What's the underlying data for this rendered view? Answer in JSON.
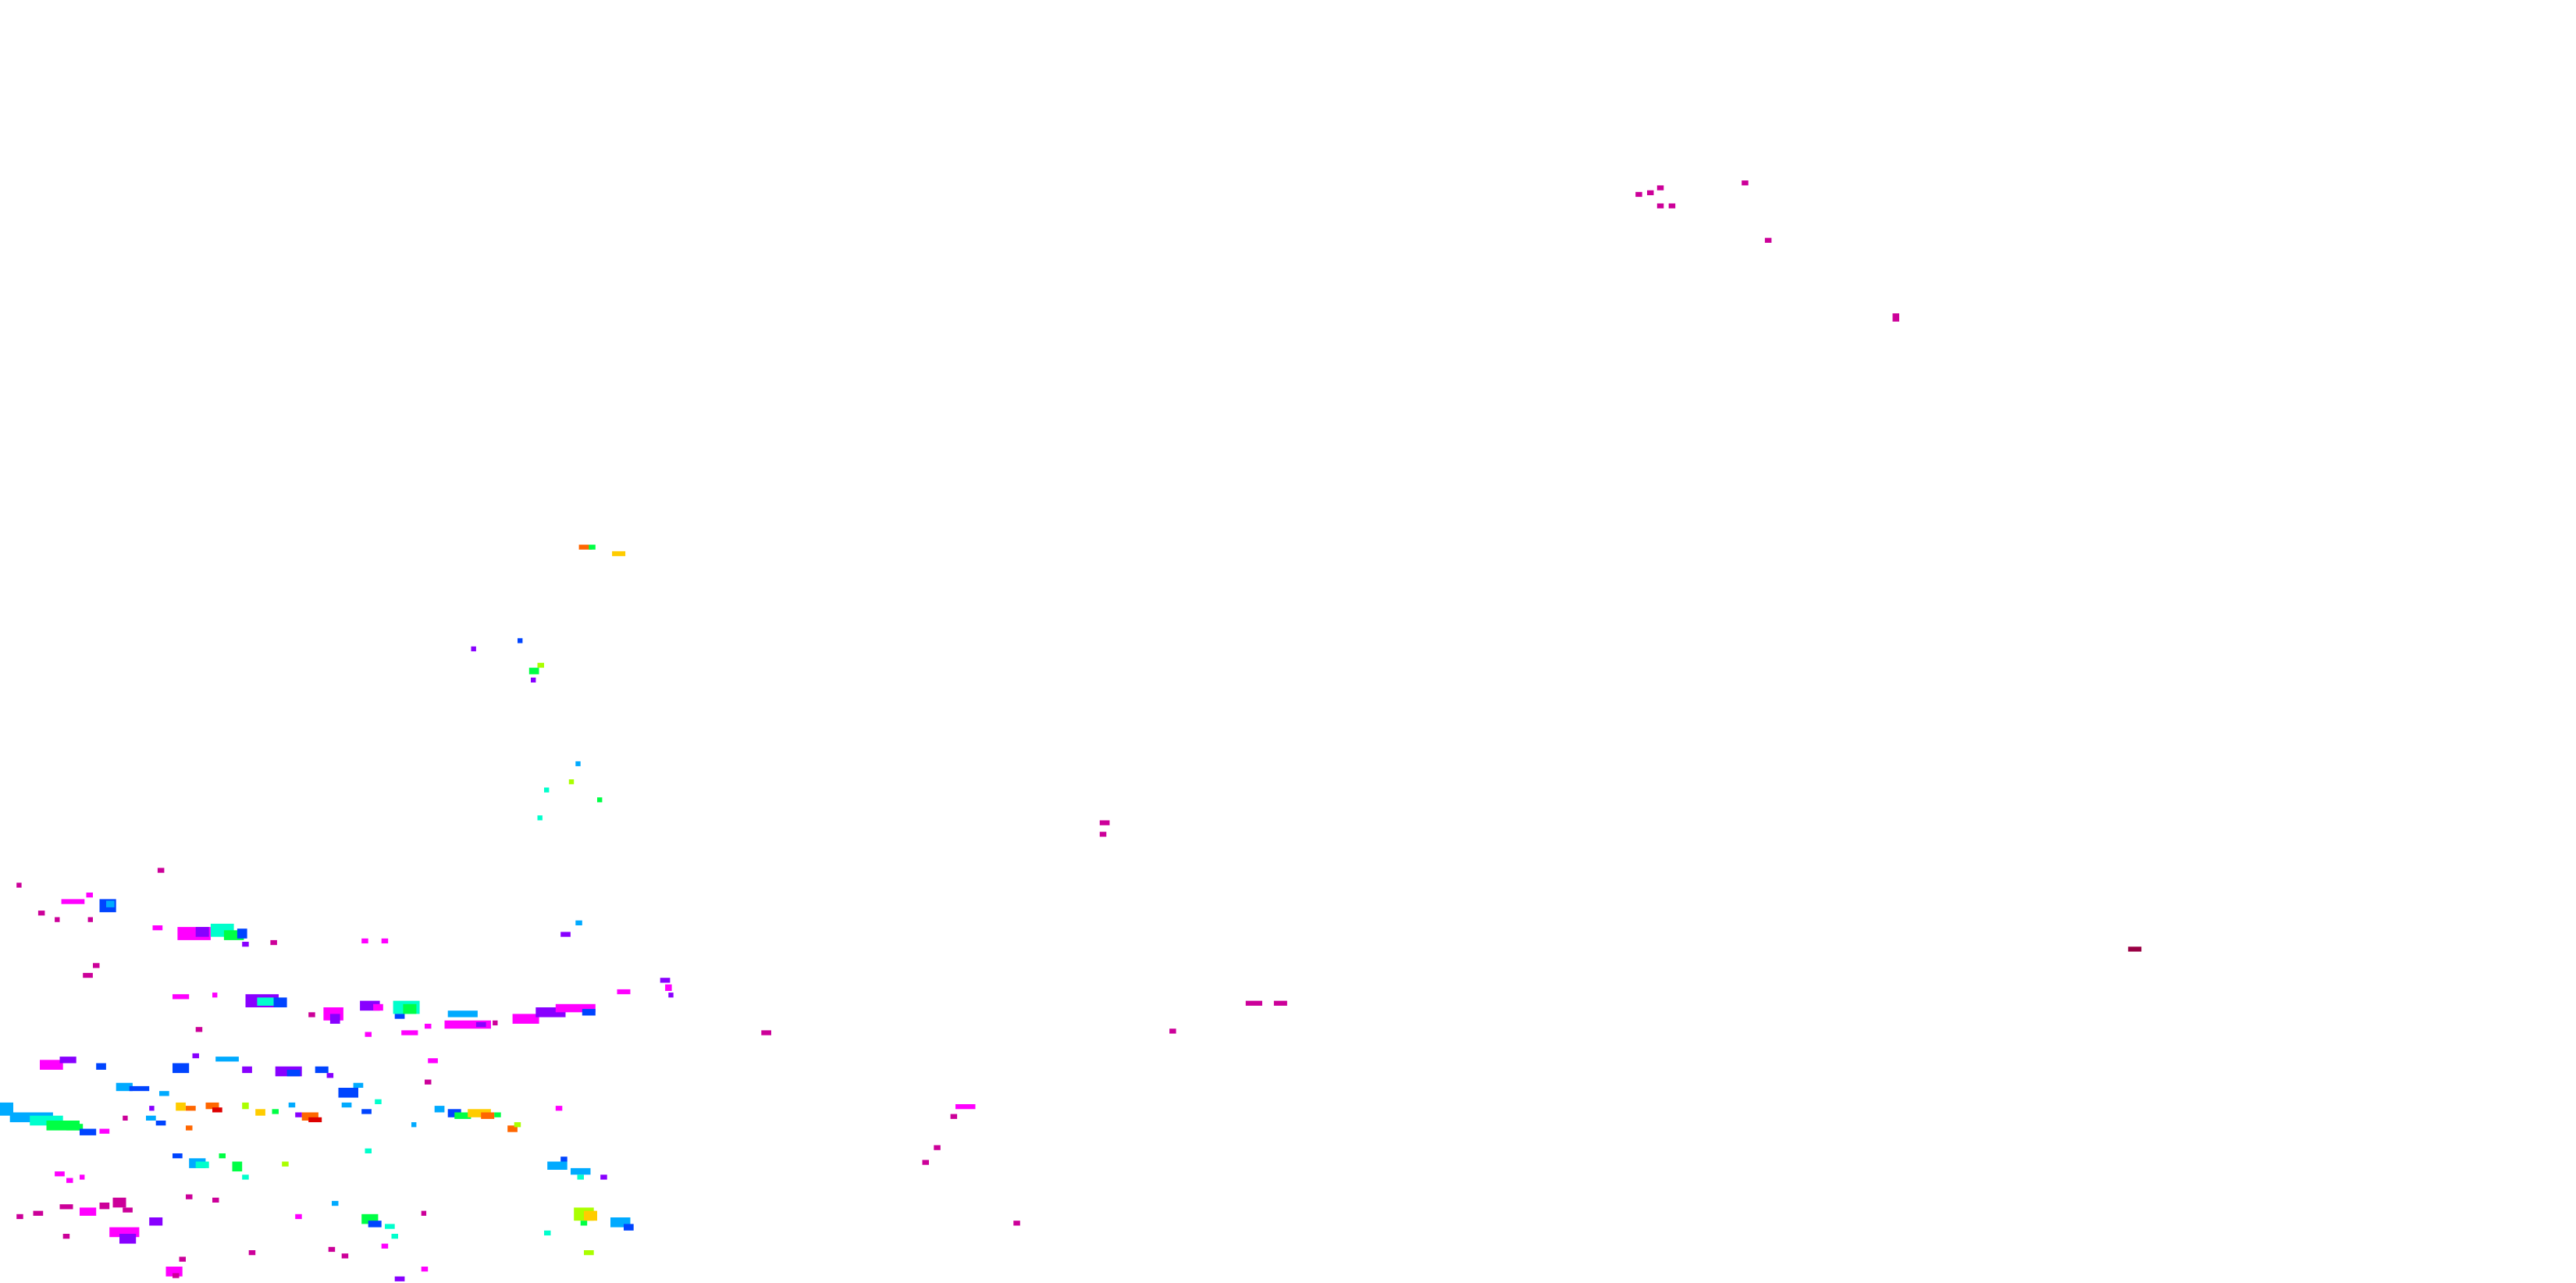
{
  "image": {
    "kind": "sparse colored point scatter (depth/disparity style)",
    "background": "#ffffff",
    "palette": [
      "#ff00ff",
      "#cc0099",
      "#8800ff",
      "#0044ff",
      "#00aaff",
      "#00ffcc",
      "#00ff44",
      "#aaff00",
      "#ffcc00",
      "#ff6600",
      "#dd0000",
      "#990044"
    ],
    "regions": [
      {
        "name": "top-right-sparse",
        "color": "#cc0099"
      },
      {
        "name": "upper-mid-sparse",
        "color": "#ffcc00"
      },
      {
        "name": "mid-sparse",
        "color": "#00ff44"
      },
      {
        "name": "lower-left-dense",
        "color": "#ff00ff"
      },
      {
        "name": "lower-mid-sparse",
        "color": "#cc0099"
      },
      {
        "name": "right-sparse",
        "color": "#990044"
      }
    ]
  }
}
